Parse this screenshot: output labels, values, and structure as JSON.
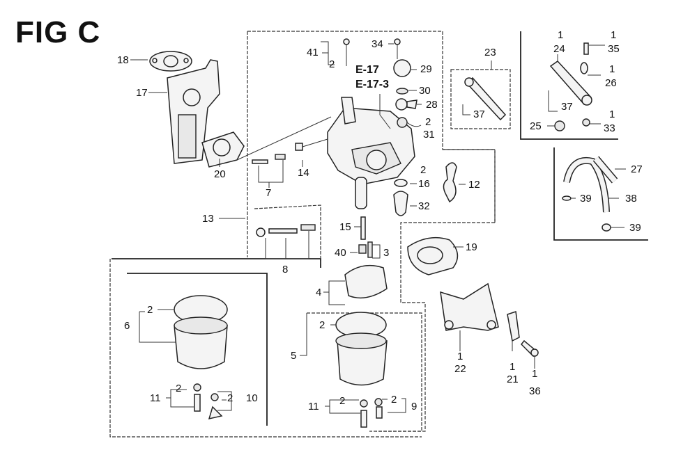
{
  "figure": {
    "title": "FIG C",
    "references": [
      "E-17",
      "E-17-3"
    ]
  },
  "callouts": [
    {
      "id": "18",
      "qty": null
    },
    {
      "id": "17",
      "qty": null
    },
    {
      "id": "20",
      "qty": null
    },
    {
      "id": "41",
      "qty": null
    },
    {
      "id": "2",
      "qty": null,
      "note": "under 41"
    },
    {
      "id": "34",
      "qty": null
    },
    {
      "id": "29",
      "qty": null
    },
    {
      "id": "30",
      "qty": null
    },
    {
      "id": "28",
      "qty": null
    },
    {
      "id": "31",
      "qty": "2"
    },
    {
      "id": "23",
      "qty": null
    },
    {
      "id": "37",
      "qty": null
    },
    {
      "id": "24",
      "qty": "1"
    },
    {
      "id": "35",
      "qty": "1"
    },
    {
      "id": "26",
      "qty": "1"
    },
    {
      "id": "37",
      "qty": null,
      "note": "in 24 group"
    },
    {
      "id": "25",
      "qty": null
    },
    {
      "id": "33",
      "qty": "1"
    },
    {
      "id": "27",
      "qty": null
    },
    {
      "id": "39",
      "qty": null
    },
    {
      "id": "38",
      "qty": null
    },
    {
      "id": "39",
      "qty": null
    },
    {
      "id": "7",
      "qty": null
    },
    {
      "id": "14",
      "qty": null
    },
    {
      "id": "16",
      "qty": "2"
    },
    {
      "id": "12",
      "qty": null
    },
    {
      "id": "32",
      "qty": null
    },
    {
      "id": "13",
      "qty": null
    },
    {
      "id": "15",
      "qty": null
    },
    {
      "id": "8",
      "qty": null
    },
    {
      "id": "40",
      "qty": null
    },
    {
      "id": "3",
      "qty": null
    },
    {
      "id": "19",
      "qty": null
    },
    {
      "id": "4",
      "qty": null
    },
    {
      "id": "6",
      "qty": null
    },
    {
      "id": "2",
      "qty": null,
      "note": "in 6 group"
    },
    {
      "id": "11",
      "qty": null
    },
    {
      "id": "10",
      "qty": null
    },
    {
      "id": "5",
      "qty": null
    },
    {
      "id": "9",
      "qty": null
    },
    {
      "id": "22",
      "qty": "1"
    },
    {
      "id": "21",
      "qty": "1"
    },
    {
      "id": "36",
      "qty": "1"
    }
  ],
  "labels": {
    "l18": "18",
    "l17": "17",
    "l20": "20",
    "l41": "41",
    "l2a": "2",
    "l34": "34",
    "l29": "29",
    "l30": "30",
    "l28": "28",
    "l2b": "2",
    "l31": "31",
    "l23": "23",
    "l37a": "37",
    "l1a": "1",
    "l24": "24",
    "l1b": "1",
    "l35": "35",
    "l1c": "1",
    "l26": "26",
    "l37b": "37",
    "l25": "25",
    "l1d": "1",
    "l33": "33",
    "l27": "27",
    "l39a": "39",
    "l38": "38",
    "l39b": "39",
    "l7": "7",
    "l14": "14",
    "l2c": "2",
    "l16": "16",
    "l12": "12",
    "l32": "32",
    "l13": "13",
    "l15": "15",
    "l8": "8",
    "l40": "40",
    "l3": "3",
    "l19": "19",
    "l4": "4",
    "l2d": "2",
    "l6": "6",
    "l11a": "11",
    "l2e": "2",
    "l2f": "2",
    "l10": "10",
    "l2g": "2",
    "l5": "5",
    "l11b": "11",
    "l2h": "2",
    "l2i": "2",
    "l9": "9",
    "l1e": "1",
    "l22": "22",
    "l1f": "1",
    "l21": "21",
    "l1g": "1",
    "l36": "36"
  }
}
